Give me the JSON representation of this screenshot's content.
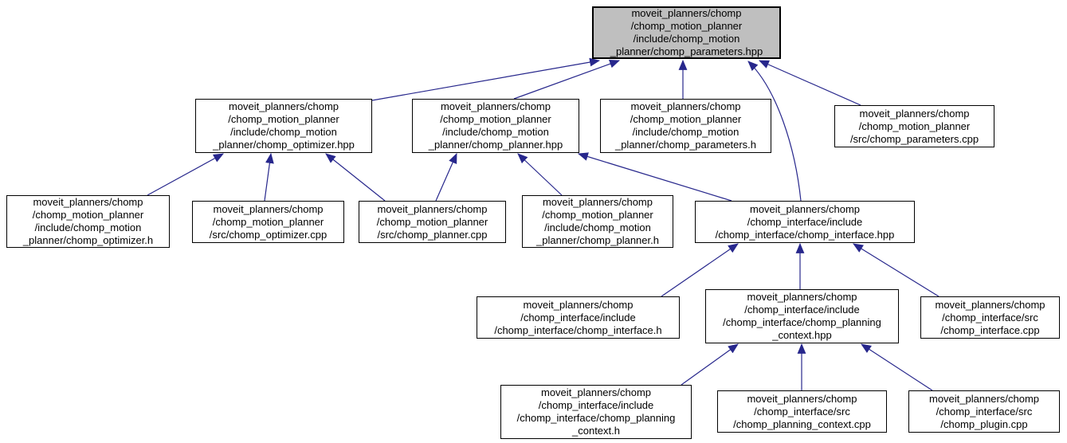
{
  "diagram": {
    "type": "doxygen-include-dependency-graph",
    "colors": {
      "edge": "#27278c",
      "node_fill": "#ffffff",
      "node_border": "#000000",
      "current_node_fill": "#bfbfbf",
      "text": "#000000",
      "background": "#ffffff"
    },
    "nodes": [
      {
        "id": "chomp_parameters_hpp",
        "current": true,
        "label": "moveit_planners/chomp\n/chomp_motion_planner\n/include/chomp_motion\n_planner/chomp_parameters.hpp"
      },
      {
        "id": "chomp_optimizer_hpp",
        "current": false,
        "label": "moveit_planners/chomp\n/chomp_motion_planner\n/include/chomp_motion\n_planner/chomp_optimizer.hpp"
      },
      {
        "id": "chomp_planner_hpp",
        "current": false,
        "label": "moveit_planners/chomp\n/chomp_motion_planner\n/include/chomp_motion\n_planner/chomp_planner.hpp"
      },
      {
        "id": "chomp_parameters_h",
        "current": false,
        "label": "moveit_planners/chomp\n/chomp_motion_planner\n/include/chomp_motion\n_planner/chomp_parameters.h"
      },
      {
        "id": "chomp_parameters_cpp",
        "current": false,
        "label": "moveit_planners/chomp\n/chomp_motion_planner\n/src/chomp_parameters.cpp"
      },
      {
        "id": "chomp_optimizer_h",
        "current": false,
        "label": "moveit_planners/chomp\n/chomp_motion_planner\n/include/chomp_motion\n_planner/chomp_optimizer.h"
      },
      {
        "id": "chomp_optimizer_cpp",
        "current": false,
        "label": "moveit_planners/chomp\n/chomp_motion_planner\n/src/chomp_optimizer.cpp"
      },
      {
        "id": "chomp_planner_cpp",
        "current": false,
        "label": "moveit_planners/chomp\n/chomp_motion_planner\n/src/chomp_planner.cpp"
      },
      {
        "id": "chomp_planner_h",
        "current": false,
        "label": "moveit_planners/chomp\n/chomp_motion_planner\n/include/chomp_motion\n_planner/chomp_planner.h"
      },
      {
        "id": "chomp_interface_hpp",
        "current": false,
        "label": "moveit_planners/chomp\n/chomp_interface/include\n/chomp_interface/chomp_interface.hpp"
      },
      {
        "id": "chomp_interface_h",
        "current": false,
        "label": "moveit_planners/chomp\n/chomp_interface/include\n/chomp_interface/chomp_interface.h"
      },
      {
        "id": "chomp_planning_context_hpp",
        "current": false,
        "label": "moveit_planners/chomp\n/chomp_interface/include\n/chomp_interface/chomp_planning\n_context.hpp"
      },
      {
        "id": "chomp_interface_cpp",
        "current": false,
        "label": "moveit_planners/chomp\n/chomp_interface/src\n/chomp_interface.cpp"
      },
      {
        "id": "chomp_planning_context_h",
        "current": false,
        "label": "moveit_planners/chomp\n/chomp_interface/include\n/chomp_interface/chomp_planning\n_context.h"
      },
      {
        "id": "chomp_planning_context_cpp",
        "current": false,
        "label": "moveit_planners/chomp\n/chomp_interface/src\n/chomp_planning_context.cpp"
      },
      {
        "id": "chomp_plugin_cpp",
        "current": false,
        "label": "moveit_planners/chomp\n/chomp_interface/src\n/chomp_plugin.cpp"
      }
    ],
    "edges": [
      {
        "from": "chomp_optimizer_hpp",
        "to": "chomp_parameters_hpp"
      },
      {
        "from": "chomp_planner_hpp",
        "to": "chomp_parameters_hpp"
      },
      {
        "from": "chomp_parameters_h",
        "to": "chomp_parameters_hpp"
      },
      {
        "from": "chomp_interface_hpp",
        "to": "chomp_parameters_hpp"
      },
      {
        "from": "chomp_parameters_cpp",
        "to": "chomp_parameters_hpp"
      },
      {
        "from": "chomp_optimizer_h",
        "to": "chomp_optimizer_hpp"
      },
      {
        "from": "chomp_optimizer_cpp",
        "to": "chomp_optimizer_hpp"
      },
      {
        "from": "chomp_planner_cpp",
        "to": "chomp_optimizer_hpp"
      },
      {
        "from": "chomp_planner_cpp",
        "to": "chomp_planner_hpp"
      },
      {
        "from": "chomp_planner_h",
        "to": "chomp_planner_hpp"
      },
      {
        "from": "chomp_interface_hpp",
        "to": "chomp_planner_hpp"
      },
      {
        "from": "chomp_interface_h",
        "to": "chomp_interface_hpp"
      },
      {
        "from": "chomp_planning_context_hpp",
        "to": "chomp_interface_hpp"
      },
      {
        "from": "chomp_interface_cpp",
        "to": "chomp_interface_hpp"
      },
      {
        "from": "chomp_planning_context_h",
        "to": "chomp_planning_context_hpp"
      },
      {
        "from": "chomp_planning_context_cpp",
        "to": "chomp_planning_context_hpp"
      },
      {
        "from": "chomp_plugin_cpp",
        "to": "chomp_planning_context_hpp"
      }
    ]
  }
}
